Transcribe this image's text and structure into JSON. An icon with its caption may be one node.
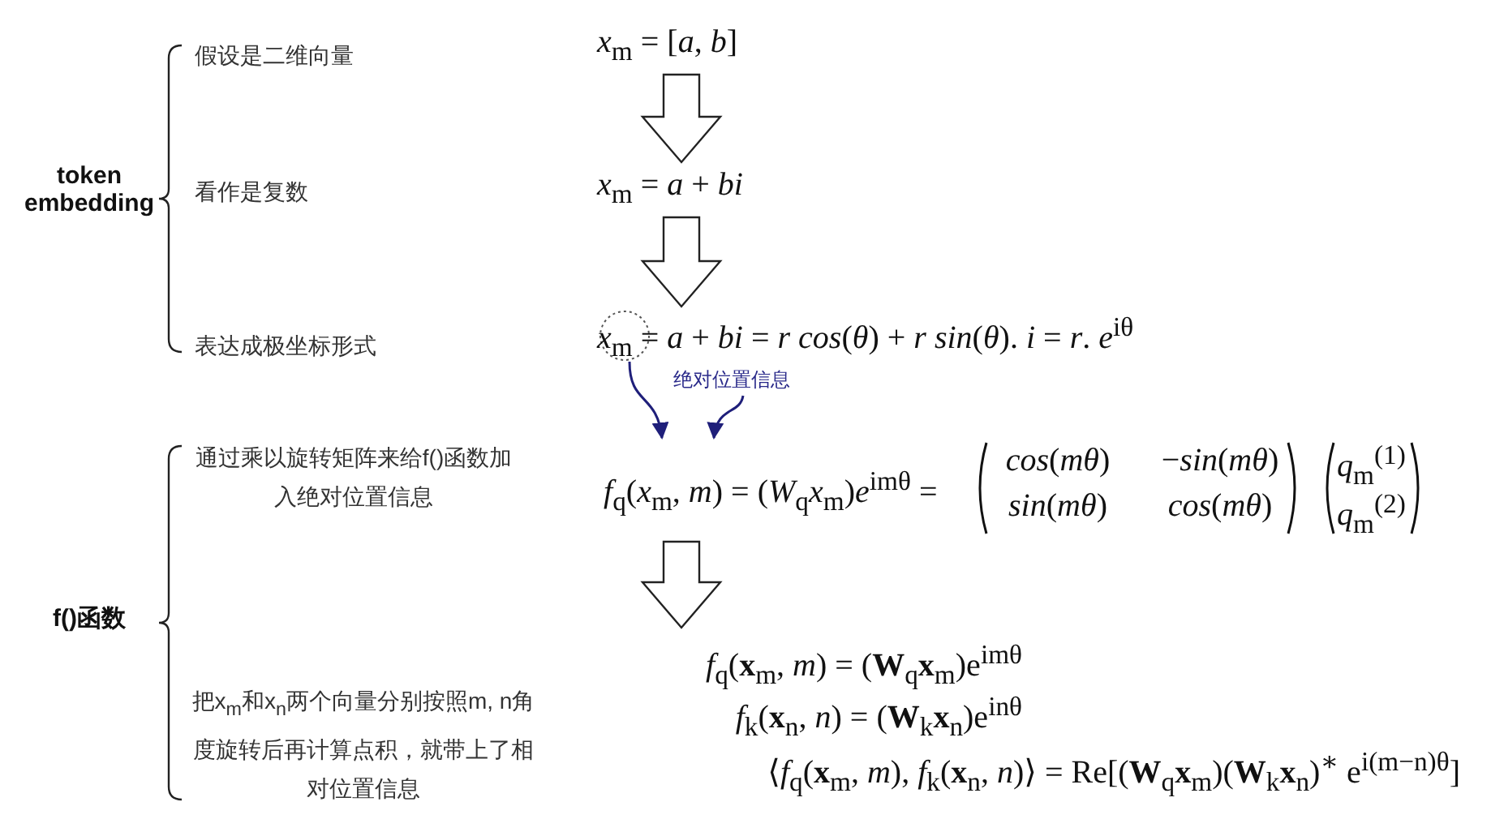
{
  "diagram": {
    "nodes": [
      {
        "text": [
          "token embedding"
        ]
      },
      {
        "text": [
          "假设是二维向量"
        ]
      },
      {
        "text": [
          "看作是复数"
        ]
      },
      {
        "text": [
          "表达成极坐标形式"
        ]
      },
      {
        "text": [
          "f()函数"
        ]
      },
      {
        "text": [
          "通过乘以旋转矩阵来给f()函数加入绝对位置信息"
        ]
      },
      {
        "text": [
          "把x$_{m}$和x$_{n}$两个向量分别按照m, n角度旋转后再计算点积，就带上了相对位置信息"
        ]
      },
      {
        "text": [
          "*x*$_{m}$ = [*a*, *b*]"
        ]
      },
      {
        "text": [
          "*x*$_{m}$ = *a* + *bi*"
        ]
      },
      {
        "text": [
          "*x*$_{m}$ = *a* + *bi* = *r cos*(*θ*) + *r sin*(*θ*). *i* = *r*. *e*$^{iθ}$"
        ]
      },
      {
        "text": [
          "绝对位置信息"
        ]
      },
      {
        "text": [
          "*f*$_{q}$(*x*$_{m}$, *m*) = (*W*$_{q}$*x*$_{m}$)*e*$^{imθ}$ =",
          "*cos*(*mθ*)",
          "−*sin*(*mθ*)",
          "*sin*(*mθ*)",
          "*cos*(*mθ*)",
          "*q*$_{m}$$^{(1)}$",
          "*q*$_{m}$$^{(2)}$"
        ]
      },
      {
        "text": [
          "*f*$_{q}$(**x**$_{m}$, *m*) = (**W**$_{q}$**x**$_{m}$)e$^{imθ}$",
          "*f*$_{k}$(**x**$_{n}$, *n*) = (**W**$_{k}$**x**$_{n}$)e$^{inθ}$",
          "⟨*f*$_{q}$(**x**$_{m}$, *m*), *f*$_{k}$(**x**$_{n}$, *n*)⟩ = Re[(**W**$_{q}$**x**$_{m}$)(**W**$_{k}$**x**$_{n}$)$^{∗}$ e$^{i(m−n)θ}$]"
        ]
      }
    ],
    "edges": [
      {
        "from": 7,
        "to": 8,
        "arrow": "to"
      },
      {
        "from": 8,
        "to": 9,
        "arrow": "to"
      },
      {
        "from": 9,
        "to": 11,
        "arrow": "to",
        "color": "#1f1f7a"
      },
      {
        "from": 10,
        "to": 11,
        "arrow": "to",
        "color": "#1f1f7a"
      },
      {
        "from": 11,
        "to": 12,
        "arrow": "to"
      }
    ]
  }
}
